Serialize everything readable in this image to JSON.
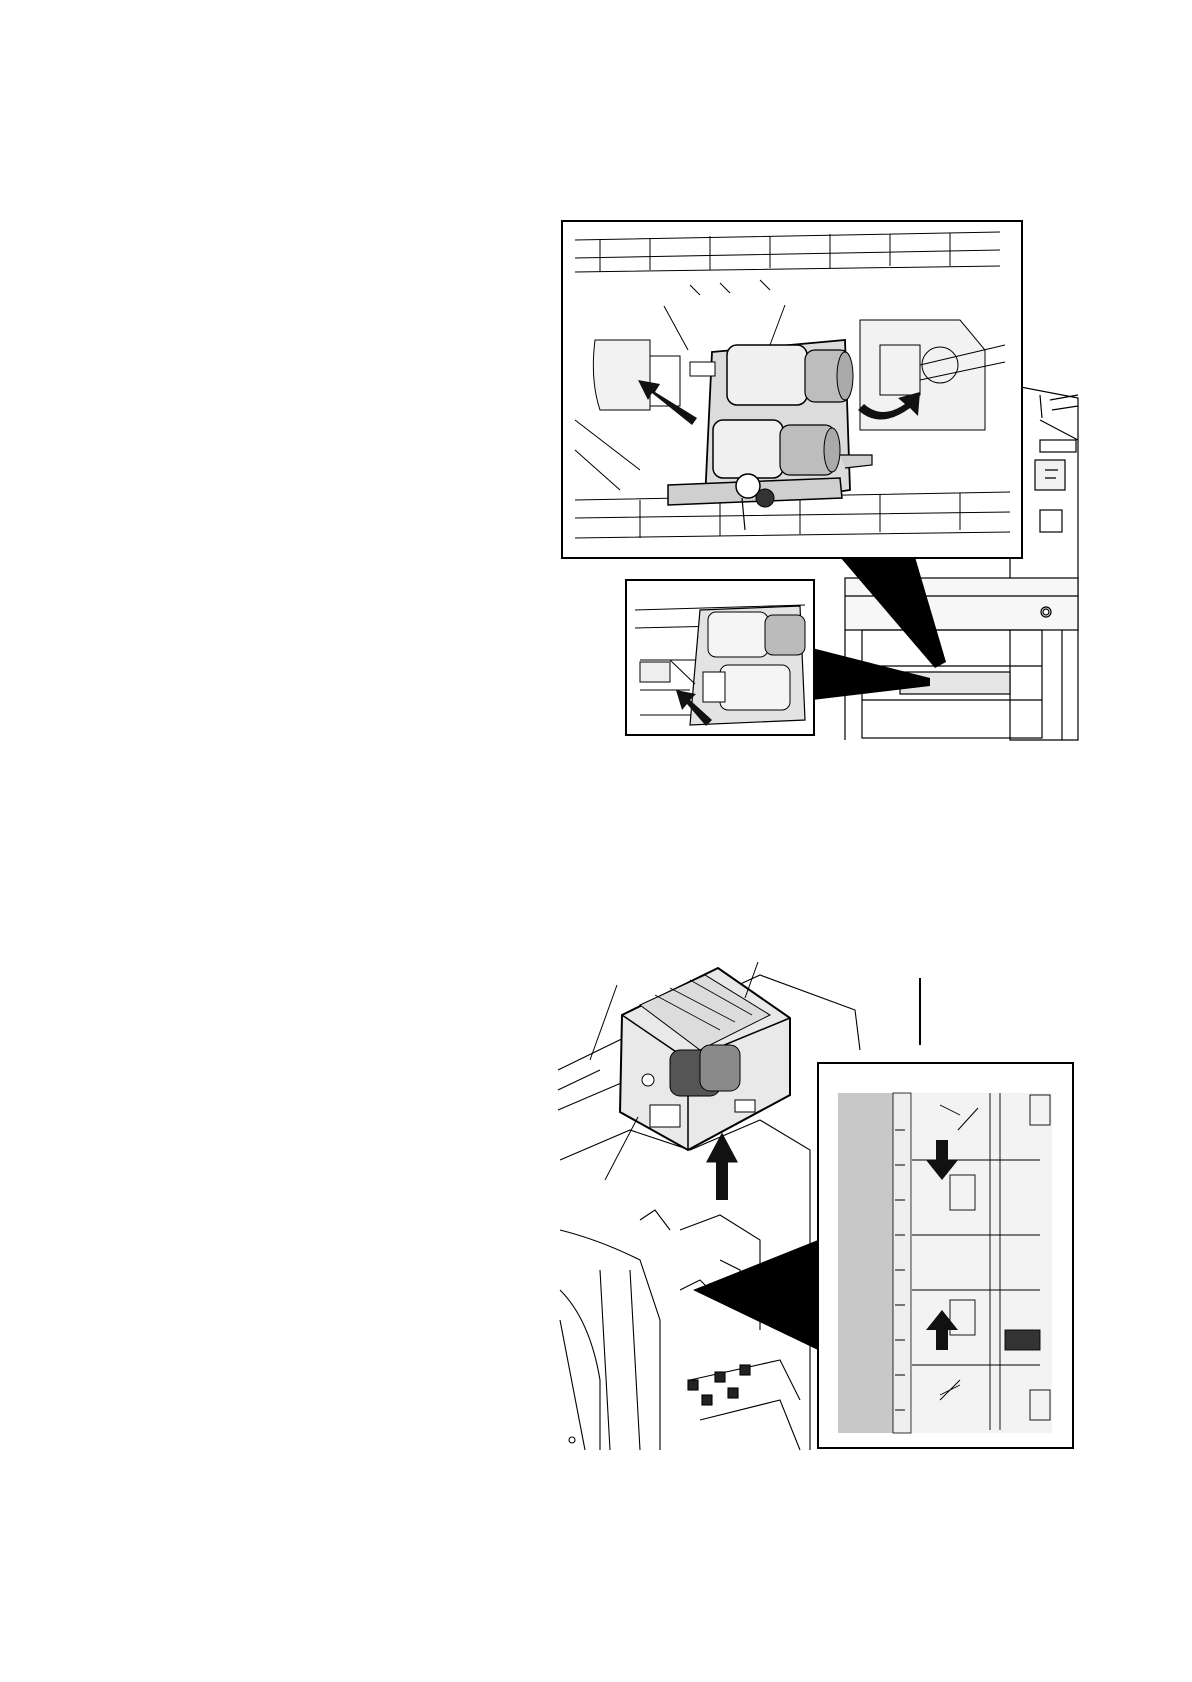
{
  "document": {
    "type": "service-manual-illustration-page",
    "figures": [
      {
        "id": "figure-top",
        "description_labels": [],
        "panels": [
          "main-zoom-inset",
          "secondary-zoom-inset",
          "machine-front-view"
        ]
      },
      {
        "id": "figure-bottom",
        "description_labels": [],
        "panels": [
          "cassette-overview",
          "bottom-zoom-inset"
        ]
      }
    ],
    "colors": {
      "line": "#000000",
      "background": "#ffffff",
      "shading_light": "#e6e6e6",
      "shading_mid": "#c8c8c8",
      "arrow_fill": "#111111"
    },
    "icons": [
      "arrow-icon",
      "curved-arrow-icon",
      "power-button-icon"
    ]
  }
}
